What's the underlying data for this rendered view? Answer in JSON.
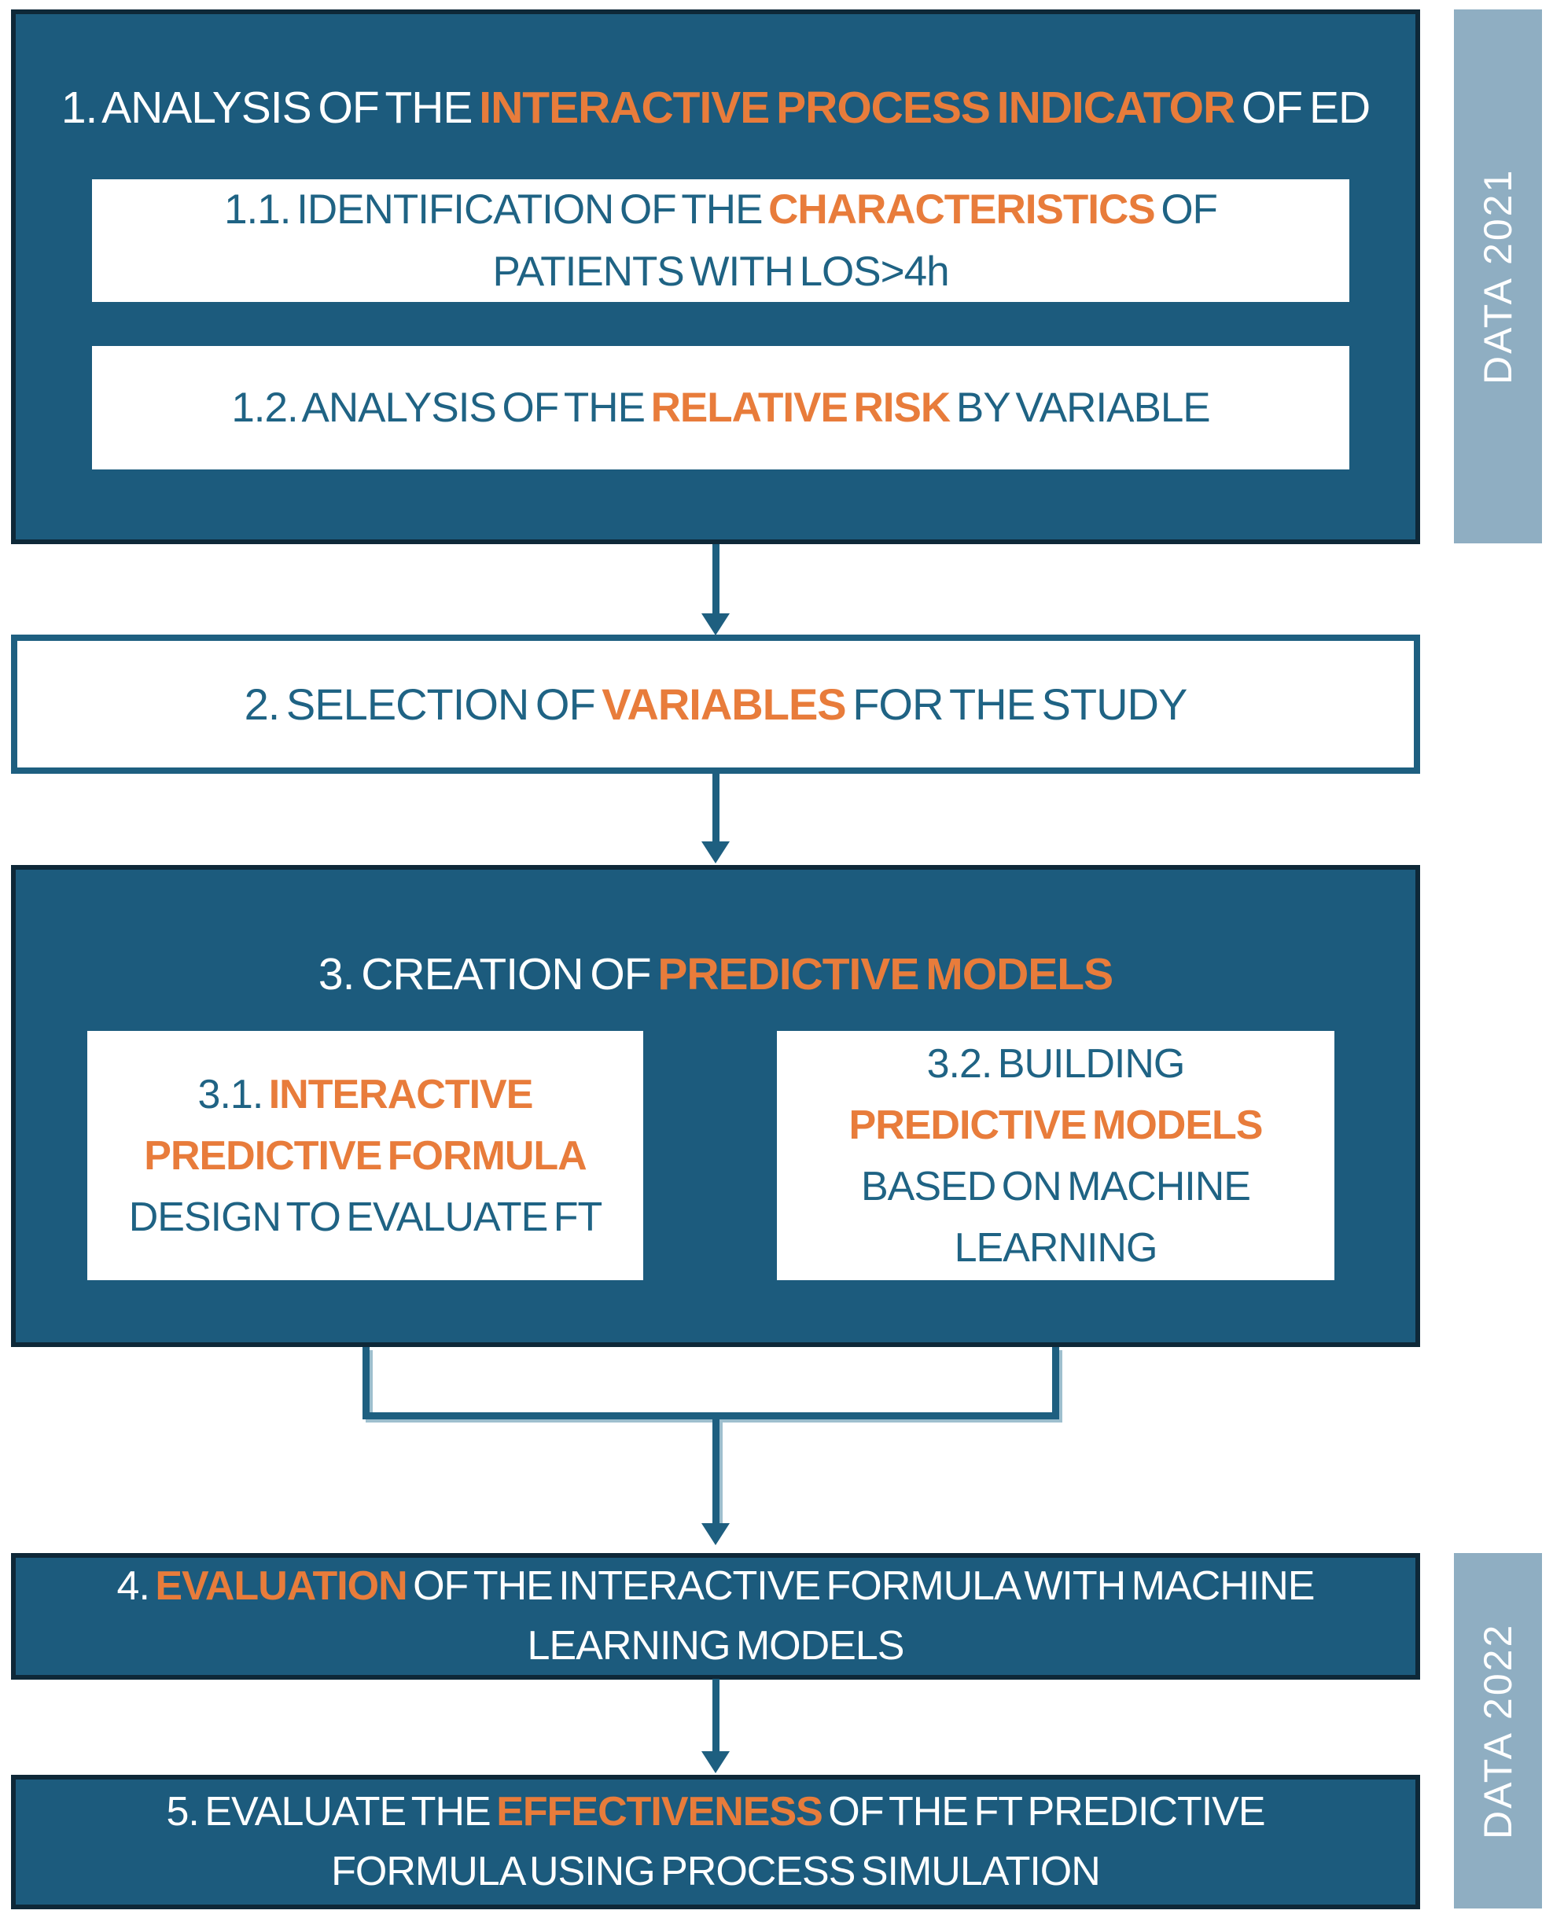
{
  "palette": {
    "dark_box_fill": "#1C5B7D",
    "dark_border": "#0E2838",
    "accent_blue": "#1E5F80",
    "blue_text": "#1F6384",
    "orange_highlight": "#E87C3B",
    "sidebar_bg": "#8FAEC2",
    "connector_shadow": "#9EBFCE",
    "background": "#FFFFFF"
  },
  "sidebar_top": {
    "label": "DATA 2021"
  },
  "sidebar_bottom": {
    "label": "DATA 2022"
  },
  "step1": {
    "title": {
      "s1": "1. ANALYSIS OF THE ",
      "s2": "INTERACTIVE PROCESS INDICATOR",
      "s3": " OF ED"
    },
    "sub1": {
      "l1s1": "1.1. IDENTIFICATION OF THE ",
      "l1s2": "CHARACTERISTICS",
      "l1s3": " OF",
      "l2": "PATIENTS WITH LOS>4h"
    },
    "sub2": {
      "s1": "1.2. ANALYSIS OF THE ",
      "s2": "RELATIVE RISK",
      "s3": " BY VARIABLE"
    }
  },
  "step2": {
    "s1": "2. SELECTION OF ",
    "s2": "VARIABLES",
    "s3": " FOR THE STUDY"
  },
  "step3": {
    "title": {
      "s1": "3. CREATION OF ",
      "s2": "PREDICTIVE MODELS"
    },
    "sub1": {
      "l1s1": "3.1. ",
      "l1s2": "INTERACTIVE",
      "l2": "PREDICTIVE FORMULA",
      "l3": "DESIGN TO EVALUATE FT"
    },
    "sub2": {
      "l1": "3.2. BUILDING",
      "l2": "PREDICTIVE MODELS",
      "l3": "BASED ON MACHINE",
      "l4": "LEARNING"
    }
  },
  "step4": {
    "l1s1": "4. ",
    "l1s2": "EVALUATION",
    "l1s3": " OF THE INTERACTIVE FORMULA WITH MACHINE",
    "l2": "LEARNING MODELS"
  },
  "step5": {
    "l1s1": "5. EVALUATE THE ",
    "l1s2": "EFFECTIVENESS",
    "l1s3": " OF THE FT PREDICTIVE",
    "l2": "FORMULA USING PROCESS SIMULATION"
  }
}
